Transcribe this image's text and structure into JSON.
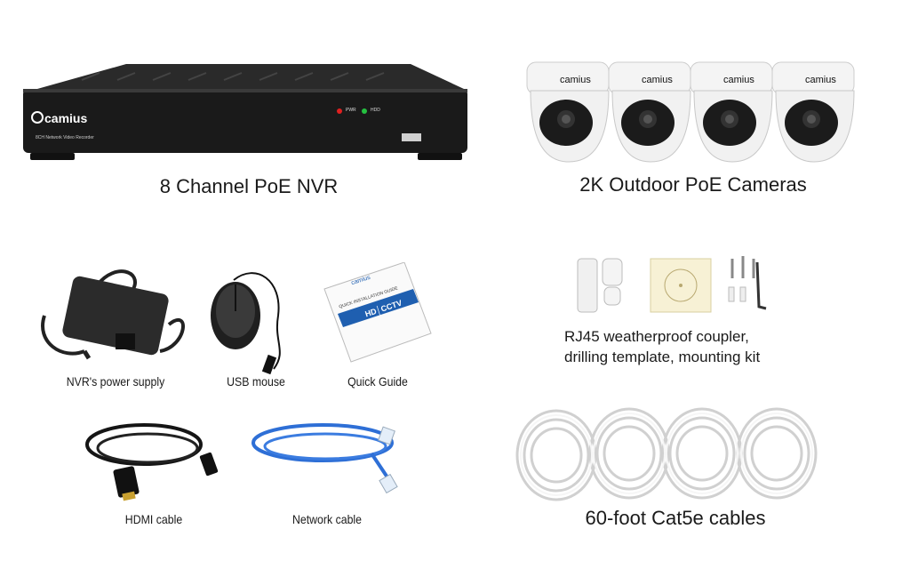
{
  "brand": "camius",
  "nvr": {
    "caption": "8 Channel PoE NVR",
    "front_label": "8CH Network Video Recorder",
    "led1": "PWR",
    "led2": "HDD"
  },
  "cameras": {
    "caption": "2K Outdoor PoE Cameras",
    "count": 4
  },
  "accessories": {
    "caption_line1": "RJ45 weatherproof coupler,",
    "caption_line2": "drilling template, mounting kit"
  },
  "power_supply": {
    "caption": "NVR's power supply"
  },
  "mouse": {
    "caption": "USB mouse"
  },
  "guide": {
    "caption": "Quick Guide",
    "cover_title": "QUICK INSTALLATION GUIDE",
    "banner": "HD│CCTV"
  },
  "hdmi": {
    "caption": "HDMI cable"
  },
  "network": {
    "caption": "Network cable"
  },
  "cat5e": {
    "caption": "60-foot Cat5e cables"
  },
  "colors": {
    "nvr_body": "#1c1c1c",
    "camera_white": "#f2f2f2",
    "network_blue": "#2e6fd6",
    "cable_white": "#f4f4f4"
  }
}
